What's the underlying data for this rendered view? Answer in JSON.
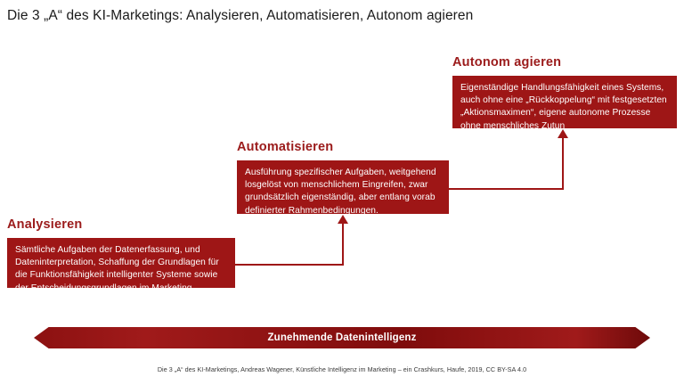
{
  "slide": {
    "title": "Die 3 „A“ des KI-Marketings: Analysieren, Automatisieren, Autonom agieren",
    "accent_color": "#9E1616",
    "background_color": "#ffffff"
  },
  "stages": [
    {
      "label": "Analysieren",
      "body": "Sämtliche Aufgaben der Datenerfassung, und Dateninterpretation, Schaffung der Grundlagen für die Funktionsfähigkeit intelligenter Systeme sowie der Entscheidungsgrundlagen im Marketing"
    },
    {
      "label": "Automatisieren",
      "body": "Ausführung spezifischer Aufgaben, weitgehend losgelöst von menschlichem Eingreifen, zwar grundsätzlich eigenständig, aber entlang vorab definierter Rahmenbedingungen."
    },
    {
      "label": "Autonom agieren",
      "body": "Eigenständige Handlungsfähigkeit eines Systems, auch ohne eine „Rückkoppelung“ mit festgesetzten „Aktionsmaximen“, eigene autonome Prozesse ohne menschliches Zutun"
    }
  ],
  "arrow_bar": {
    "label": "Zunehmende Datenintelligenz",
    "color": "#8C1111"
  },
  "footer": {
    "caption": "Die 3 „A“ des KI-Marketings, Andreas Wagener, Künstliche Intelligenz im Marketing – ein Crashkurs, Haufe, 2019, CC BY-SA 4.0"
  }
}
